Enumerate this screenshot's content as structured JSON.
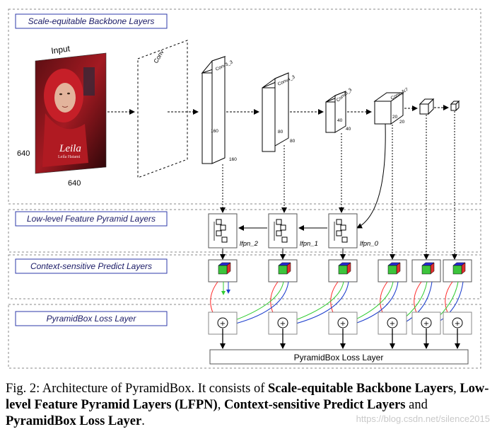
{
  "sections": {
    "backbone": "Scale-equitable Backbone Layers",
    "lfpn": "Low-level Feature Pyramid Layers",
    "cpm": "Context-sensitive Predict Layers",
    "loss": "PyramidBox Loss Layer"
  },
  "input": {
    "label": "Input",
    "width": "640",
    "height": "640",
    "poster_title": "Leila",
    "poster_subtitle": "Leila Hatami"
  },
  "layers": {
    "conv": "Conv",
    "conv3_3": "Conv3_3",
    "conv4_3": "Conv4_3",
    "conv5_3": "Conv5_3",
    "conv_fc7": "Conv_fc7",
    "dim_160": "160",
    "dim_80": "80",
    "dim_40": "40",
    "dim_20": "20"
  },
  "lfpn_labels": [
    "lfpn_2",
    "lfpn_1",
    "lfpn_0"
  ],
  "loss_box": "PyramidBox Loss Layer",
  "caption": {
    "prefix": "Fig. 2: Architecture of PyramidBox. It consists of ",
    "part1": "Scale-equitable Backbone Layers",
    "sep1": ", ",
    "part2": "Low-level Feature Pyramid Layers (LFPN)",
    "sep2": ", ",
    "part3": "Context-sensitive Predict Layers",
    "sep3": " and ",
    "part4": "PyramidBox Loss Layer",
    "suffix": "."
  },
  "watermark": "https://blog.csdn.net/silence2015",
  "colors": {
    "red_arrow": "#ff2a2a",
    "green_arrow": "#33cc33",
    "blue_arrow": "#1a3ccc",
    "module_green": "#3cc43c",
    "module_blue": "#2a2ad8",
    "module_red": "#e03030"
  }
}
